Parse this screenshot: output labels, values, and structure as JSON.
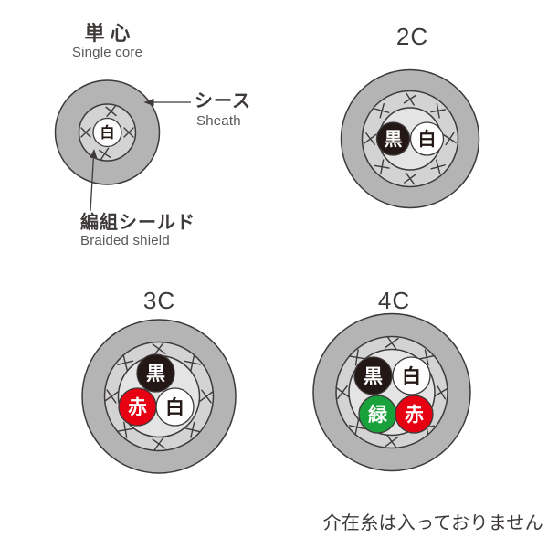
{
  "figure": {
    "footnote": "介在糸は入っておりません",
    "shield_mark_glyph": "×"
  },
  "colors": {
    "sheath_gray": "#b4b4b5",
    "shield_gray": "#d3d3d4",
    "inner_gray": "#e4e4e5",
    "core_black": "#231815",
    "core_white": "#fdfdfd",
    "core_red": "#e60012",
    "core_green": "#19a23b",
    "line": "#3e3a39",
    "label_gray": "#595757"
  },
  "annotations": {
    "sheath_jp": "シース",
    "sheath_en": "Sheath",
    "braided_jp": "編組シールド",
    "braided_en": "Braided shield"
  },
  "cables": [
    {
      "id": "single-core",
      "title_jp": "単心",
      "title_en": "Single core",
      "cores": [
        {
          "name": "white",
          "label": "白",
          "color_key": "core_white",
          "text_color": "dark"
        }
      ]
    },
    {
      "id": "2c",
      "title": "2C",
      "cores": [
        {
          "name": "black",
          "label": "黒",
          "color_key": "core_black",
          "text_color": "light"
        },
        {
          "name": "white",
          "label": "白",
          "color_key": "core_white",
          "text_color": "dark"
        }
      ]
    },
    {
      "id": "3c",
      "title": "3C",
      "cores": [
        {
          "name": "black",
          "label": "黒",
          "color_key": "core_black",
          "text_color": "light"
        },
        {
          "name": "red",
          "label": "赤",
          "color_key": "core_red",
          "text_color": "light"
        },
        {
          "name": "white",
          "label": "白",
          "color_key": "core_white",
          "text_color": "dark"
        }
      ]
    },
    {
      "id": "4c",
      "title": "4C",
      "cores": [
        {
          "name": "black",
          "label": "黒",
          "color_key": "core_black",
          "text_color": "light"
        },
        {
          "name": "white",
          "label": "白",
          "color_key": "core_white",
          "text_color": "dark"
        },
        {
          "name": "green",
          "label": "緑",
          "color_key": "core_green",
          "text_color": "light"
        },
        {
          "name": "red",
          "label": "赤",
          "color_key": "core_red",
          "text_color": "light"
        }
      ]
    }
  ]
}
